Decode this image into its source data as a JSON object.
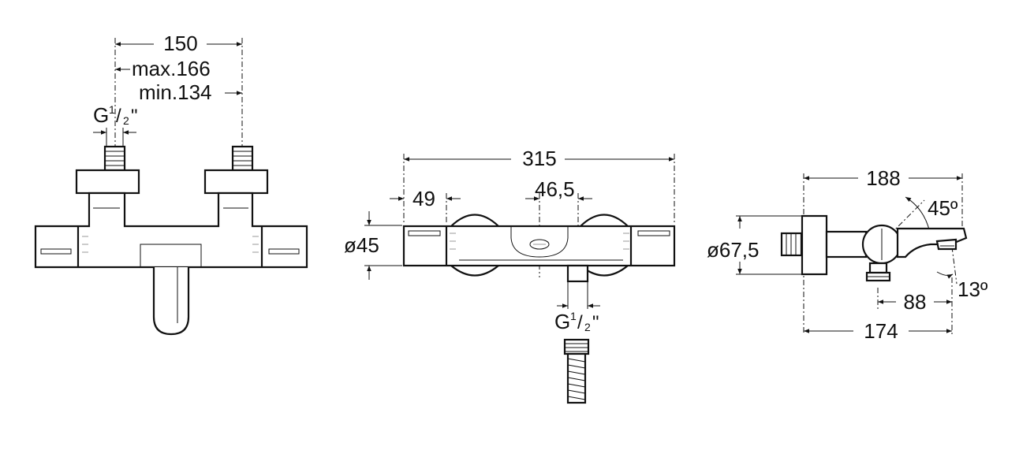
{
  "front_view": {
    "width": "150",
    "max": "max.166",
    "min": "min.134",
    "thread": "G",
    "thread_sup": "1",
    "thread_sub": "2",
    "thread_quote": "\""
  },
  "top_view": {
    "length": "315",
    "left_offset": "49",
    "center_offset": "46,5",
    "diameter": "ø45",
    "thread": "G",
    "thread_sup": "1",
    "thread_sub": "2",
    "thread_quote": "\""
  },
  "side_view": {
    "depth": "188",
    "angle_top": "45º",
    "diameter": "ø67,5",
    "angle_bottom": "13º",
    "spout_offset": "88",
    "overall": "174"
  }
}
